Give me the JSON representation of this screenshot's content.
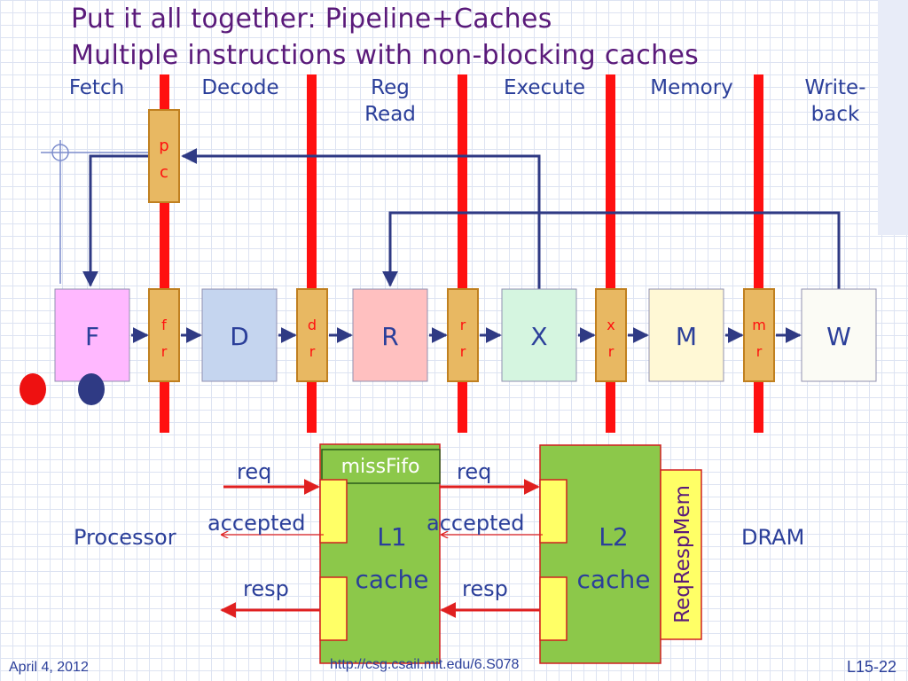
{
  "title": {
    "line1": "Put it all together: Pipeline+Caches",
    "line2": "Multiple instructions with non-blocking caches"
  },
  "stages": [
    "Fetch",
    "Decode",
    "Reg\nRead",
    "Execute",
    "Memory",
    "Write-\nback"
  ],
  "pipeline_blocks": [
    "F",
    "D",
    "R",
    "X",
    "M",
    "W"
  ],
  "pipeline_registers": [
    {
      "top": "f",
      "bottom": "r"
    },
    {
      "top": "d",
      "bottom": "r"
    },
    {
      "top": "r",
      "bottom": "r"
    },
    {
      "top": "x",
      "bottom": "r"
    },
    {
      "top": "m",
      "bottom": "r"
    }
  ],
  "pc_register": {
    "top": "p",
    "bottom": "c"
  },
  "cache": {
    "processor_label": "Processor",
    "dram_label": "DRAM",
    "missfifo_label": "missFifo",
    "l1_line1": "L1",
    "l1_line2": "cache",
    "l2_line1": "L2",
    "l2_line2": "cache",
    "reqrespmem_label": "ReqRespMem",
    "signals_left": {
      "req": "req",
      "accepted": "accepted",
      "resp": "resp"
    },
    "signals_right": {
      "req": "req",
      "accepted": "accepted",
      "resp": "resp"
    }
  },
  "footer": {
    "date": "April 4, 2012",
    "url": "http://csg.csail.mit.edu/6.S078",
    "page": "L15-22"
  },
  "colors": {
    "title": "#5a1a7a",
    "text": "#2b3f9a",
    "divider": "#ff1010",
    "register": "#e8b862",
    "register_border": "#c08020",
    "arrow": "#2f3a84",
    "cache_green": "#8cc84a",
    "port_yellow": "#ffff66",
    "F": "#ffb8ff",
    "D": "#c5d5ef",
    "R": "#ffc0c0",
    "X": "#d5f5e0",
    "M": "#fff8d5",
    "W": "#fbfbf5"
  }
}
